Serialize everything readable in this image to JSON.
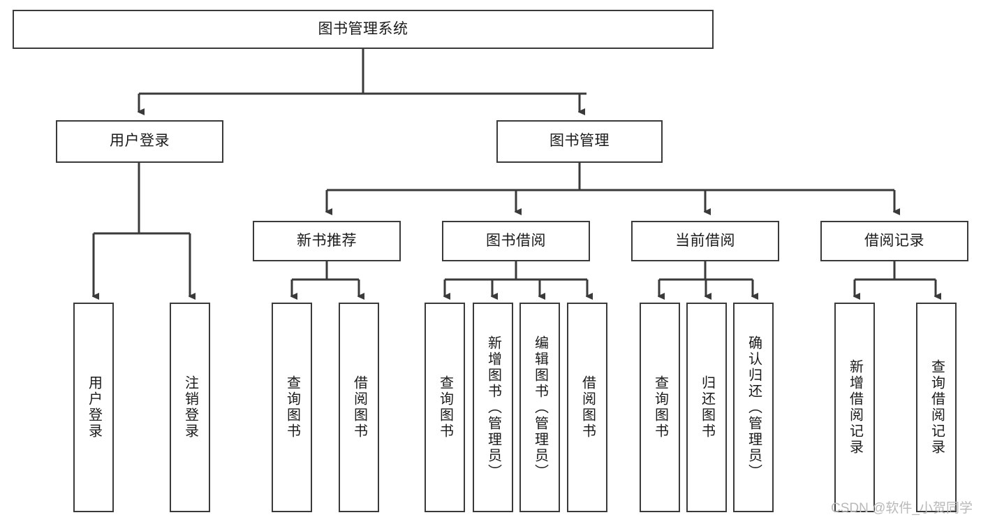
{
  "diagram": {
    "type": "tree-hierarchy",
    "title": "图书管理系统",
    "watermark": "CSDN @软件_小贺同学",
    "colors": {
      "background": "#ffffff",
      "box_border": "#3a3a3a",
      "box_fill": "#ffffff",
      "text": "#1a1a1a",
      "connector": "#3a3a3a",
      "watermark": "#b9b9b9"
    },
    "levels": [
      {
        "level": 0,
        "nodes": [
          {
            "id": "root",
            "label": "图书管理系统",
            "orientation": "horizontal"
          }
        ]
      },
      {
        "level": 1,
        "nodes": [
          {
            "id": "user-login",
            "label": "用户登录",
            "orientation": "horizontal",
            "parent": "root"
          },
          {
            "id": "book-manage",
            "label": "图书管理",
            "orientation": "horizontal",
            "parent": "root"
          }
        ]
      },
      {
        "level": 2,
        "nodes": [
          {
            "id": "new-book-recommend",
            "label": "新书推荐",
            "orientation": "horizontal",
            "parent": "book-manage"
          },
          {
            "id": "book-borrow",
            "label": "图书借阅",
            "orientation": "horizontal",
            "parent": "book-manage"
          },
          {
            "id": "current-borrow",
            "label": "当前借阅",
            "orientation": "horizontal",
            "parent": "book-manage"
          },
          {
            "id": "borrow-record",
            "label": "借阅记录",
            "orientation": "horizontal",
            "parent": "book-manage"
          }
        ]
      },
      {
        "level": 3,
        "nodes": [
          {
            "id": "leaf-user-login",
            "label": "用户登录",
            "orientation": "vertical",
            "parent": "user-login"
          },
          {
            "id": "leaf-logout",
            "label": "注销登录",
            "orientation": "vertical",
            "parent": "user-login"
          },
          {
            "id": "leaf-query-book-1",
            "label": "查询图书",
            "orientation": "vertical",
            "parent": "new-book-recommend"
          },
          {
            "id": "leaf-borrow-book-1",
            "label": "借阅图书",
            "orientation": "vertical",
            "parent": "new-book-recommend"
          },
          {
            "id": "leaf-query-book-2",
            "label": "查询图书",
            "orientation": "vertical",
            "parent": "book-borrow"
          },
          {
            "id": "leaf-add-book",
            "label": "新增图书（管理员）",
            "orientation": "vertical",
            "parent": "book-borrow"
          },
          {
            "id": "leaf-edit-book",
            "label": "编辑图书（管理员）",
            "orientation": "vertical",
            "parent": "book-borrow"
          },
          {
            "id": "leaf-borrow-book-2",
            "label": "借阅图书",
            "orientation": "vertical",
            "parent": "book-borrow"
          },
          {
            "id": "leaf-query-book-3",
            "label": "查询图书",
            "orientation": "vertical",
            "parent": "current-borrow"
          },
          {
            "id": "leaf-return-book",
            "label": "归还图书",
            "orientation": "vertical",
            "parent": "current-borrow"
          },
          {
            "id": "leaf-confirm-return",
            "label": "确认归还（管理员）",
            "orientation": "vertical",
            "parent": "current-borrow"
          },
          {
            "id": "leaf-add-record",
            "label": "新增借阅记录",
            "orientation": "vertical",
            "parent": "borrow-record"
          },
          {
            "id": "leaf-query-record",
            "label": "查询借阅记录",
            "orientation": "vertical",
            "parent": "borrow-record"
          }
        ]
      }
    ]
  }
}
